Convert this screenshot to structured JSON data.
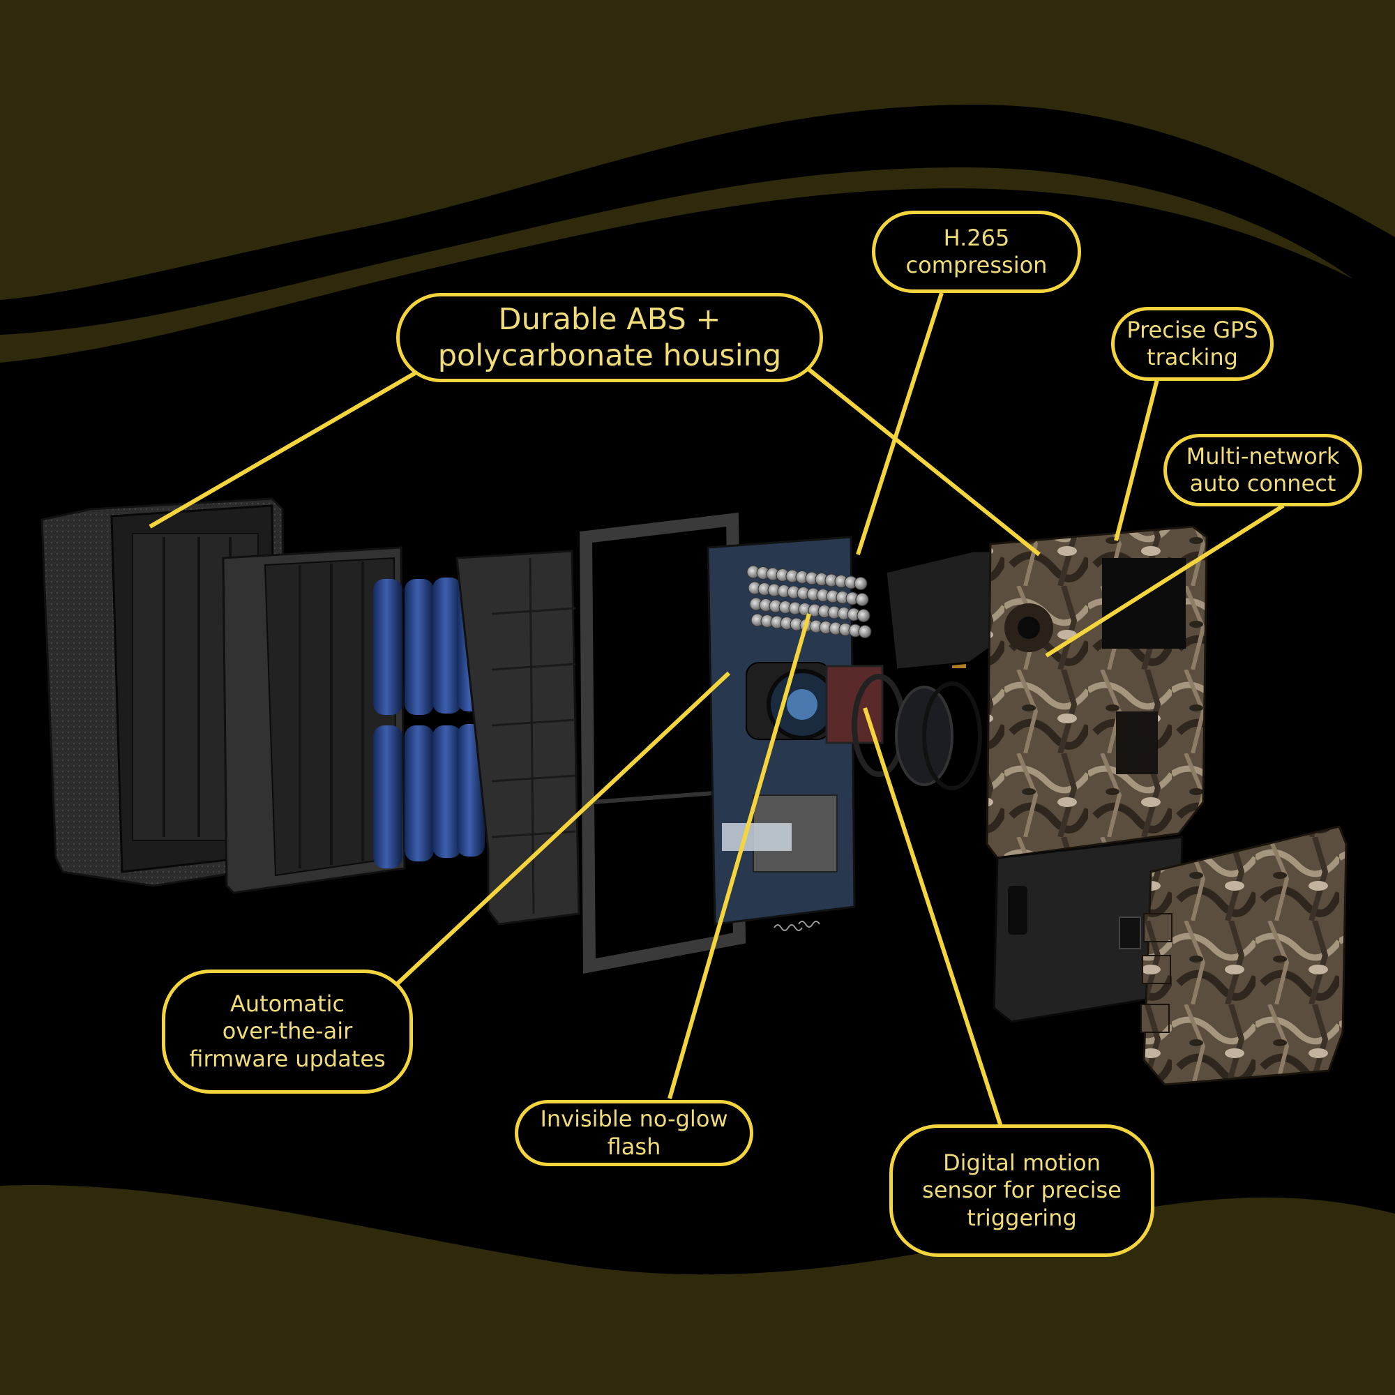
{
  "colors": {
    "background": "#000000",
    "wave": "#2f2a0c",
    "accent": "#f4d53d",
    "label_text": "#f1dc7a",
    "camo_light": "#8a7a66",
    "camo_dark": "#3a3126",
    "battery_blue": "#1e3a78",
    "plastic_dark": "#2b2b2b"
  },
  "callouts": {
    "housing": "Durable ABS +\npolycarbonate housing",
    "h265": "H.265\ncompression",
    "gps": "Precise GPS\ntracking",
    "network": "Multi-network\nauto connect",
    "firmware": "Automatic\nover-the-air\nfirmware updates",
    "flash": "Invisible no-glow\nflash",
    "motion": "Digital motion\nsensor for precise\ntriggering"
  },
  "components": [
    {
      "name": "rear-housing",
      "label": "rear housing"
    },
    {
      "name": "battery-tray",
      "label": "battery tray"
    },
    {
      "name": "aa-batteries",
      "label": "AA batteries"
    },
    {
      "name": "inner-frame",
      "label": "inner frame"
    },
    {
      "name": "gasket-frame",
      "label": "gasket frame"
    },
    {
      "name": "main-circuit-board",
      "label": "circuit board with IR LEDs"
    },
    {
      "name": "lens-module",
      "label": "lens module"
    },
    {
      "name": "front-camo-housing",
      "label": "front camo housing"
    },
    {
      "name": "side-camo-cover",
      "label": "side camo cover"
    }
  ]
}
